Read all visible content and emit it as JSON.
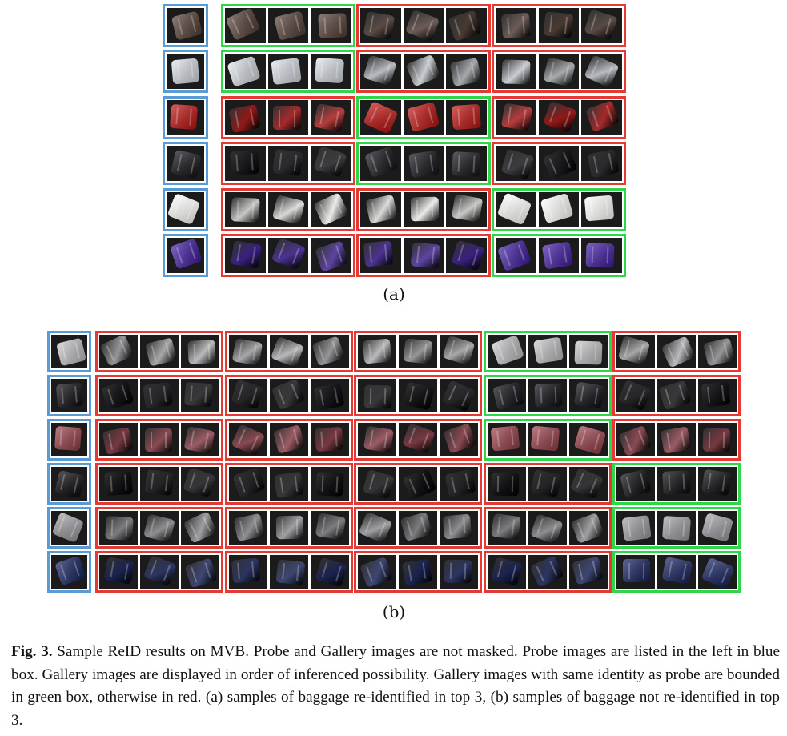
{
  "figure": {
    "label_a": "(a)",
    "label_b": "(b)",
    "caption_prefix": "Fig. 3.",
    "caption_text": "Sample ReID results on MVB. Probe and Gallery images are not masked. Probe images are listed in the left in blue box. Gallery images are displayed in order of inferenced possibility. Gallery images with same identity as probe are bounded in green box, otherwise in red. (a) samples of baggage re-identified in top 3, (b) samples of baggage not re-identified in top 3."
  },
  "colors": {
    "probe_border": "#5b9bd5",
    "match_border": "#2fd64a",
    "nonmatch_border": "#e53935"
  },
  "panel_a": {
    "rows": [
      {
        "probe": "brown-checkered-suitcase",
        "matches": [
          true,
          false,
          false
        ],
        "tint": "#5a4a44"
      },
      {
        "probe": "plastic-wrapped-suitcase",
        "matches": [
          true,
          false,
          false
        ],
        "tint": "#b8bcc0"
      },
      {
        "probe": "red-suitcase",
        "matches": [
          false,
          true,
          false
        ],
        "tint": "#a52a2a"
      },
      {
        "probe": "black-suitcase",
        "matches": [
          false,
          true,
          false
        ],
        "tint": "#2a2a2e"
      },
      {
        "probe": "white-suitcase",
        "matches": [
          false,
          false,
          true
        ],
        "tint": "#d9d9d6"
      },
      {
        "probe": "purple-suitcase",
        "matches": [
          false,
          false,
          true
        ],
        "tint": "#4b3290"
      }
    ]
  },
  "panel_b": {
    "rows": [
      {
        "probe": "silver-suitcase",
        "matches": [
          false,
          false,
          false,
          true,
          false
        ],
        "tint": "#a8a8ab"
      },
      {
        "probe": "black-soft-bag",
        "matches": [
          false,
          false,
          false,
          true,
          false
        ],
        "tint": "#26262a"
      },
      {
        "probe": "dark-red-suitcase",
        "matches": [
          false,
          false,
          false,
          true,
          false
        ],
        "tint": "#8a4a52"
      },
      {
        "probe": "black-bag-purple-tag",
        "matches": [
          false,
          false,
          false,
          false,
          true
        ],
        "tint": "#232326"
      },
      {
        "probe": "grey-ribbed-suitcase",
        "matches": [
          false,
          false,
          false,
          false,
          true
        ],
        "tint": "#8e8e92"
      },
      {
        "probe": "navy-suitcase",
        "matches": [
          false,
          false,
          false,
          false,
          true
        ],
        "tint": "#2c3460"
      }
    ]
  }
}
